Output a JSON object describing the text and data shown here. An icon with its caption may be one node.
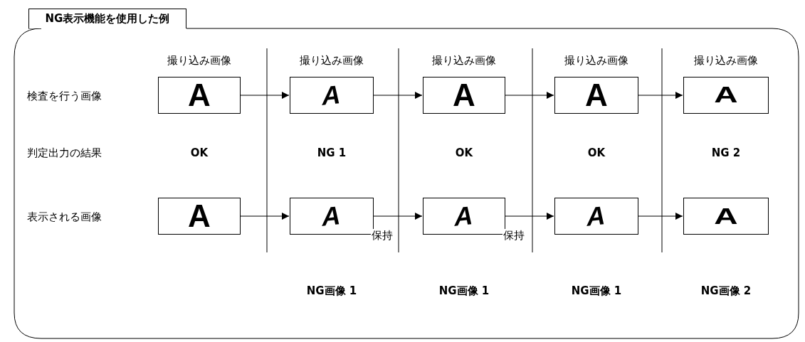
{
  "diagram": {
    "title": "NG表示機能を使用した例",
    "nodes": [
      {
        "text": [
          "A"
        ]
      },
      {
        "text": [
          "A"
        ]
      },
      {
        "text": [
          "A"
        ]
      },
      {
        "text": [
          "A"
        ]
      },
      {
        "text": [
          "A"
        ]
      },
      {
        "text": [
          "A"
        ]
      },
      {
        "text": [
          "A"
        ]
      },
      {
        "text": [
          "A"
        ]
      },
      {
        "text": [
          "A"
        ]
      },
      {
        "text": [
          "A"
        ]
      }
    ],
    "edges": [
      {
        "from": 0,
        "to": 1,
        "arrow": "to"
      },
      {
        "from": 1,
        "to": 2,
        "arrow": "to"
      },
      {
        "from": 2,
        "to": 3,
        "arrow": "to"
      },
      {
        "from": 3,
        "to": 4,
        "arrow": "to"
      },
      {
        "from": 5,
        "to": 6,
        "arrow": "to"
      },
      {
        "from": 6,
        "to": 7,
        "arrow": "to",
        "label": "保持"
      },
      {
        "from": 7,
        "to": 8,
        "arrow": "to",
        "label": "保持"
      },
      {
        "from": 8,
        "to": 9,
        "arrow": "to"
      }
    ],
    "labels": [
      "撮り込み画像",
      "撮り込み画像",
      "撮り込み画像",
      "撮り込み画像",
      "撮り込み画像",
      "検査を行う画像",
      "判定出力の結果",
      "OK",
      "NG 1",
      "OK",
      "OK",
      "NG 2",
      "表示される画像",
      "NG画像 1",
      "NG画像 1",
      "NG画像 1",
      "NG画像 2"
    ]
  }
}
